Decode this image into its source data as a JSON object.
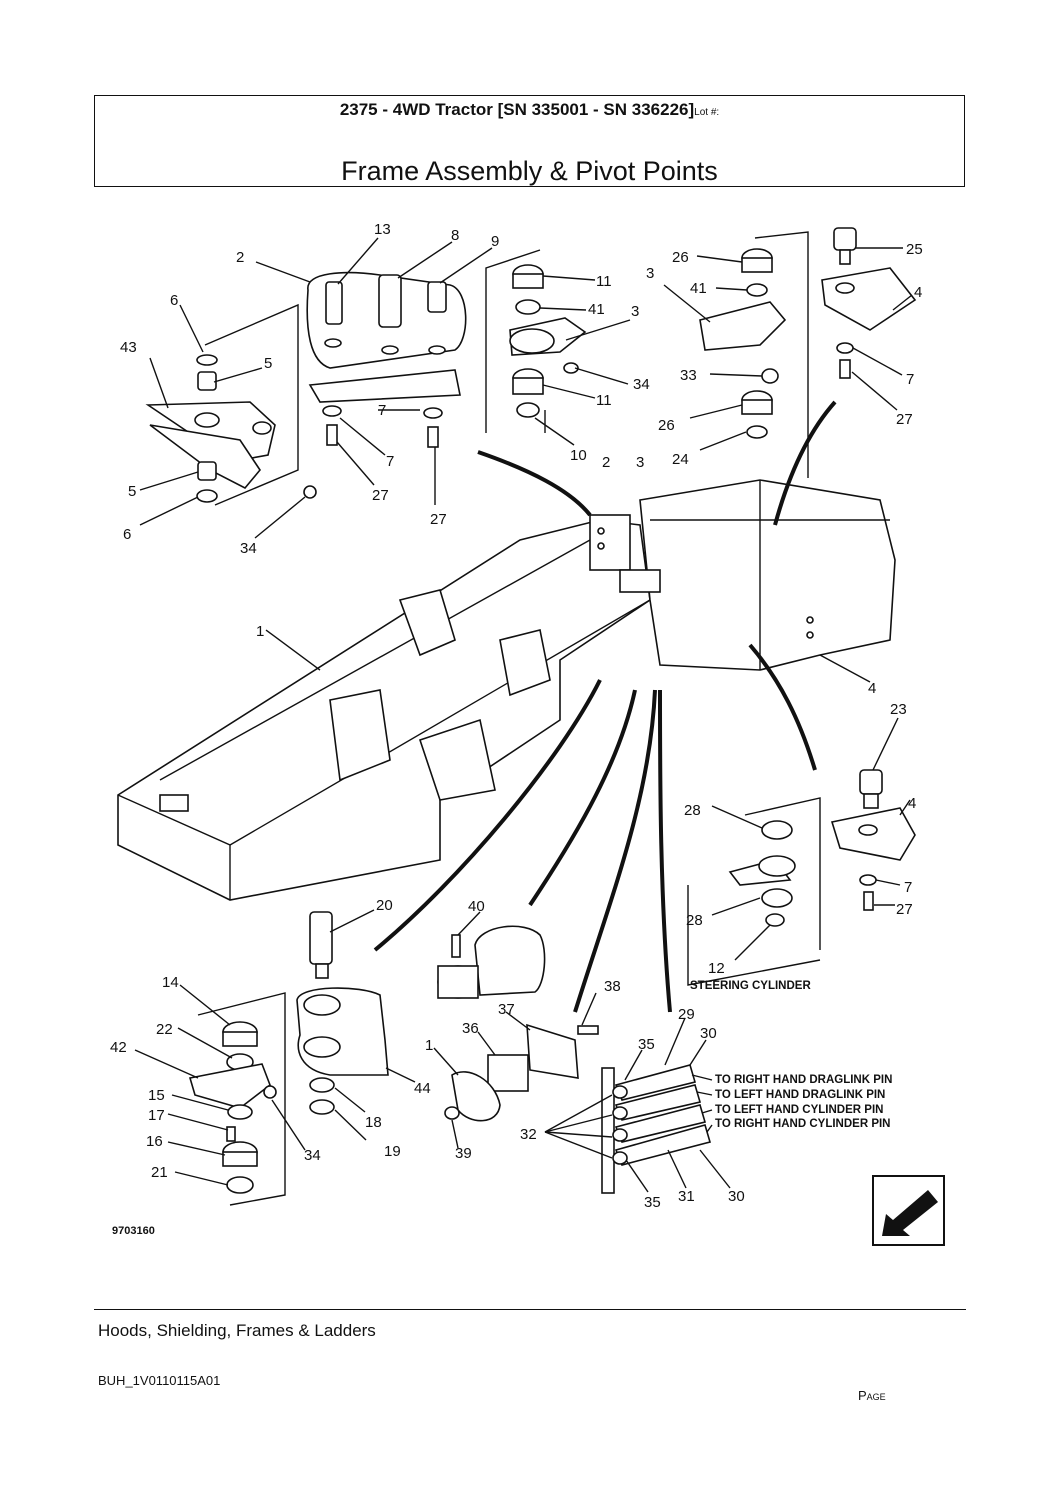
{
  "header": {
    "title": "2375 - 4WD Tractor [SN 335001 - SN 336226]",
    "lot_label": "Lot #:",
    "subtitle": "Frame Assembly & Pivot Points"
  },
  "diagram": {
    "callouts": [
      "1",
      "2",
      "3",
      "4",
      "5",
      "6",
      "7",
      "8",
      "9",
      "10",
      "11",
      "12",
      "13",
      "14",
      "15",
      "16",
      "17",
      "18",
      "19",
      "20",
      "21",
      "22",
      "23",
      "24",
      "25",
      "26",
      "27",
      "28",
      "29",
      "30",
      "31",
      "32",
      "33",
      "34",
      "35",
      "36",
      "37",
      "38",
      "39",
      "40",
      "41",
      "42",
      "43",
      "44"
    ],
    "notes": {
      "steering_cylinder": "STEERING CYLINDER",
      "rh_draglink": "TO RIGHT HAND DRAGLINK PIN",
      "lh_draglink": "TO LEFT HAND DRAGLINK PIN",
      "lh_cylinder": "TO LEFT HAND CYLINDER PIN",
      "rh_cylinder": "TO RIGHT HAND CYLINDER PIN"
    },
    "figure_number": "9703160",
    "nav_icon": "arrow-back-icon"
  },
  "footer": {
    "section": "Hoods, Shielding, Frames & Ladders",
    "code": "BUH_1V0110115A01",
    "page_label": "Page"
  }
}
